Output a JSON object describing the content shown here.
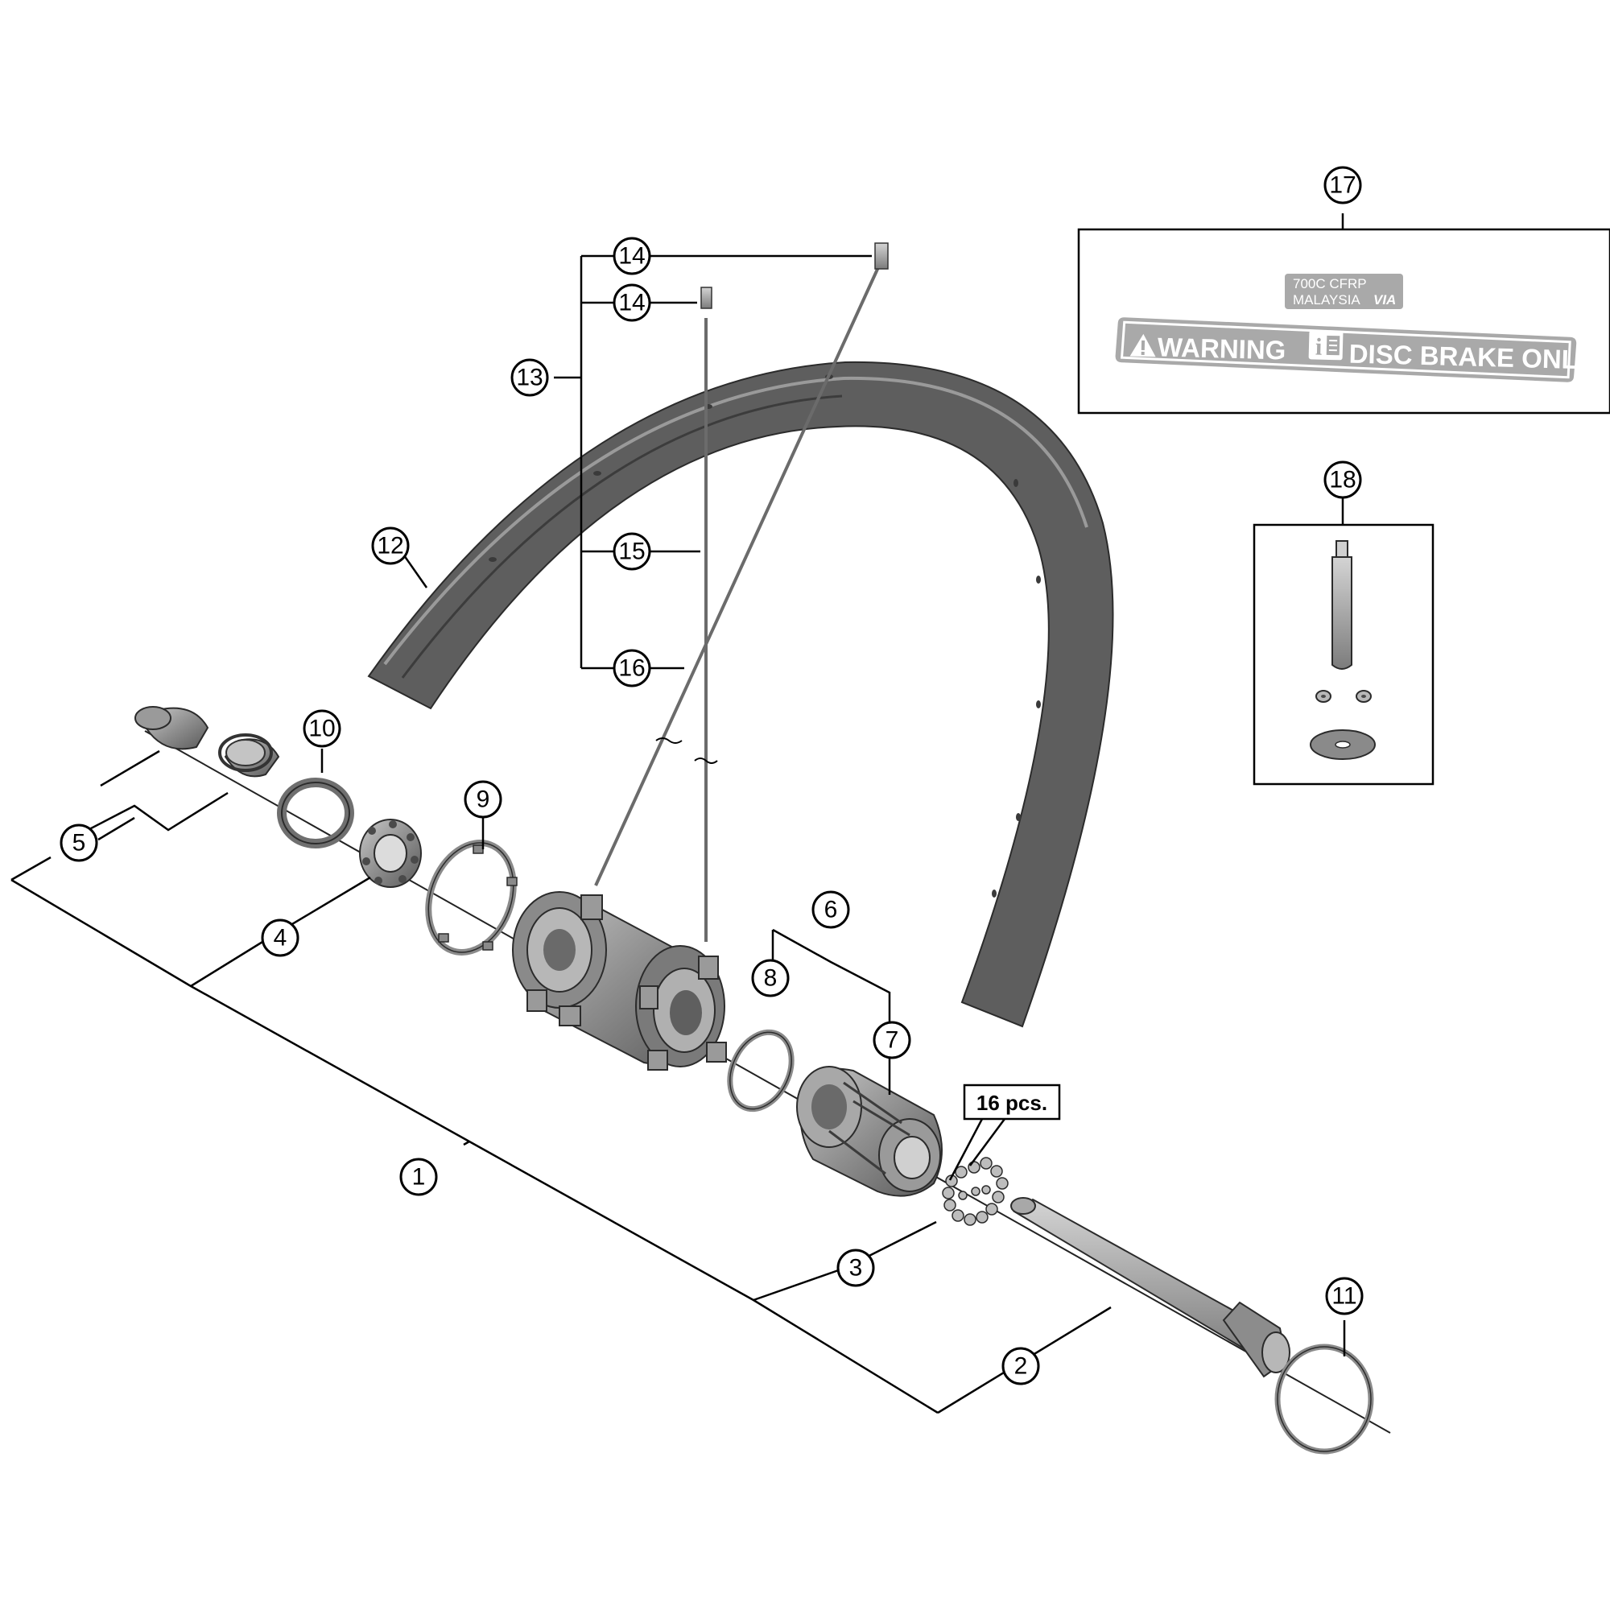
{
  "callouts": {
    "c1": "1",
    "c2": "2",
    "c3": "3",
    "c4": "4",
    "c5": "5",
    "c6": "6",
    "c7": "7",
    "c8": "8",
    "c9": "9",
    "c10": "10",
    "c11": "11",
    "c12": "12",
    "c13": "13",
    "c14a": "14",
    "c14b": "14",
    "c15": "15",
    "c16": "16",
    "c17": "17",
    "c18": "18"
  },
  "ball_quantity": "16 pcs.",
  "rim_label": {
    "line1": "700C  CFRP",
    "line2_prefix": "MALAYSIA",
    "line2_mark": "VIA",
    "warning": "WARNING",
    "info": "i",
    "disc_brake": "DISC BRAKE ONLY!"
  },
  "colors": {
    "part_dark": "#5e5e5e",
    "part_mid": "#8a8a8a",
    "part_light": "#b3b3b3",
    "label_bg": "#a9a9a9"
  },
  "icons": {
    "warning": "warning-triangle-icon",
    "info": "info-manual-icon"
  }
}
